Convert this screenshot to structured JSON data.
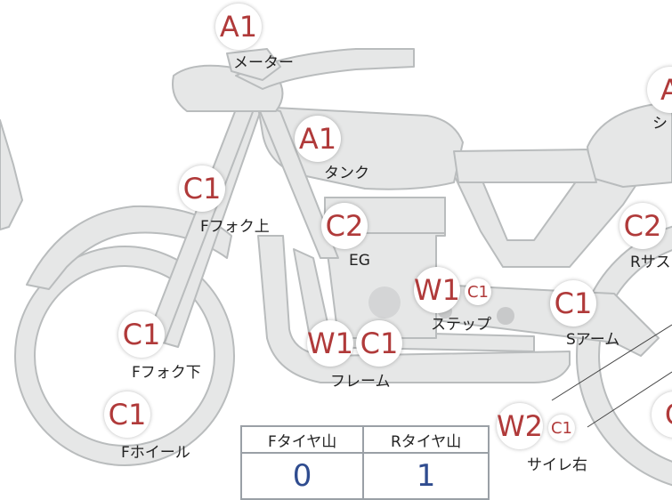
{
  "colors": {
    "body_fill": "#e6e7e7",
    "outline": "#b9bcbd",
    "badge_text": "#b03a3a",
    "count_text": "#2f4c8f"
  },
  "parts": [
    {
      "id": "meter",
      "codes": [
        "A1"
      ],
      "label": "メーター"
    },
    {
      "id": "tank",
      "codes": [
        "A1"
      ],
      "label": "タンク"
    },
    {
      "id": "seat",
      "codes": [
        "A"
      ],
      "label": "シ"
    },
    {
      "id": "front-fork-upper",
      "codes": [
        "C1"
      ],
      "label": "Fフォク上"
    },
    {
      "id": "engine",
      "codes": [
        "C2"
      ],
      "label": "EG"
    },
    {
      "id": "rear-suspension",
      "codes": [
        "C2"
      ],
      "label": "Rサス"
    },
    {
      "id": "step",
      "codes": [
        "W1",
        "C1"
      ],
      "label": "ステップ"
    },
    {
      "id": "swing-arm",
      "codes": [
        "C1"
      ],
      "label": "Sアーム"
    },
    {
      "id": "front-fork-lower",
      "codes": [
        "C1"
      ],
      "label": "Fフォク下"
    },
    {
      "id": "frame",
      "codes": [
        "W1",
        "C1"
      ],
      "label": "フレーム"
    },
    {
      "id": "front-wheel",
      "codes": [
        "C1"
      ],
      "label": "Fホイール"
    },
    {
      "id": "muffler-right",
      "codes": [
        "W2",
        "C1"
      ],
      "label": "サイレ右"
    },
    {
      "id": "rear-wheel",
      "codes": [
        "C"
      ],
      "label": ""
    }
  ],
  "tire_table": {
    "headers": [
      "Fタイヤ山",
      "Rタイヤ山"
    ],
    "values": [
      "0",
      "1"
    ]
  }
}
